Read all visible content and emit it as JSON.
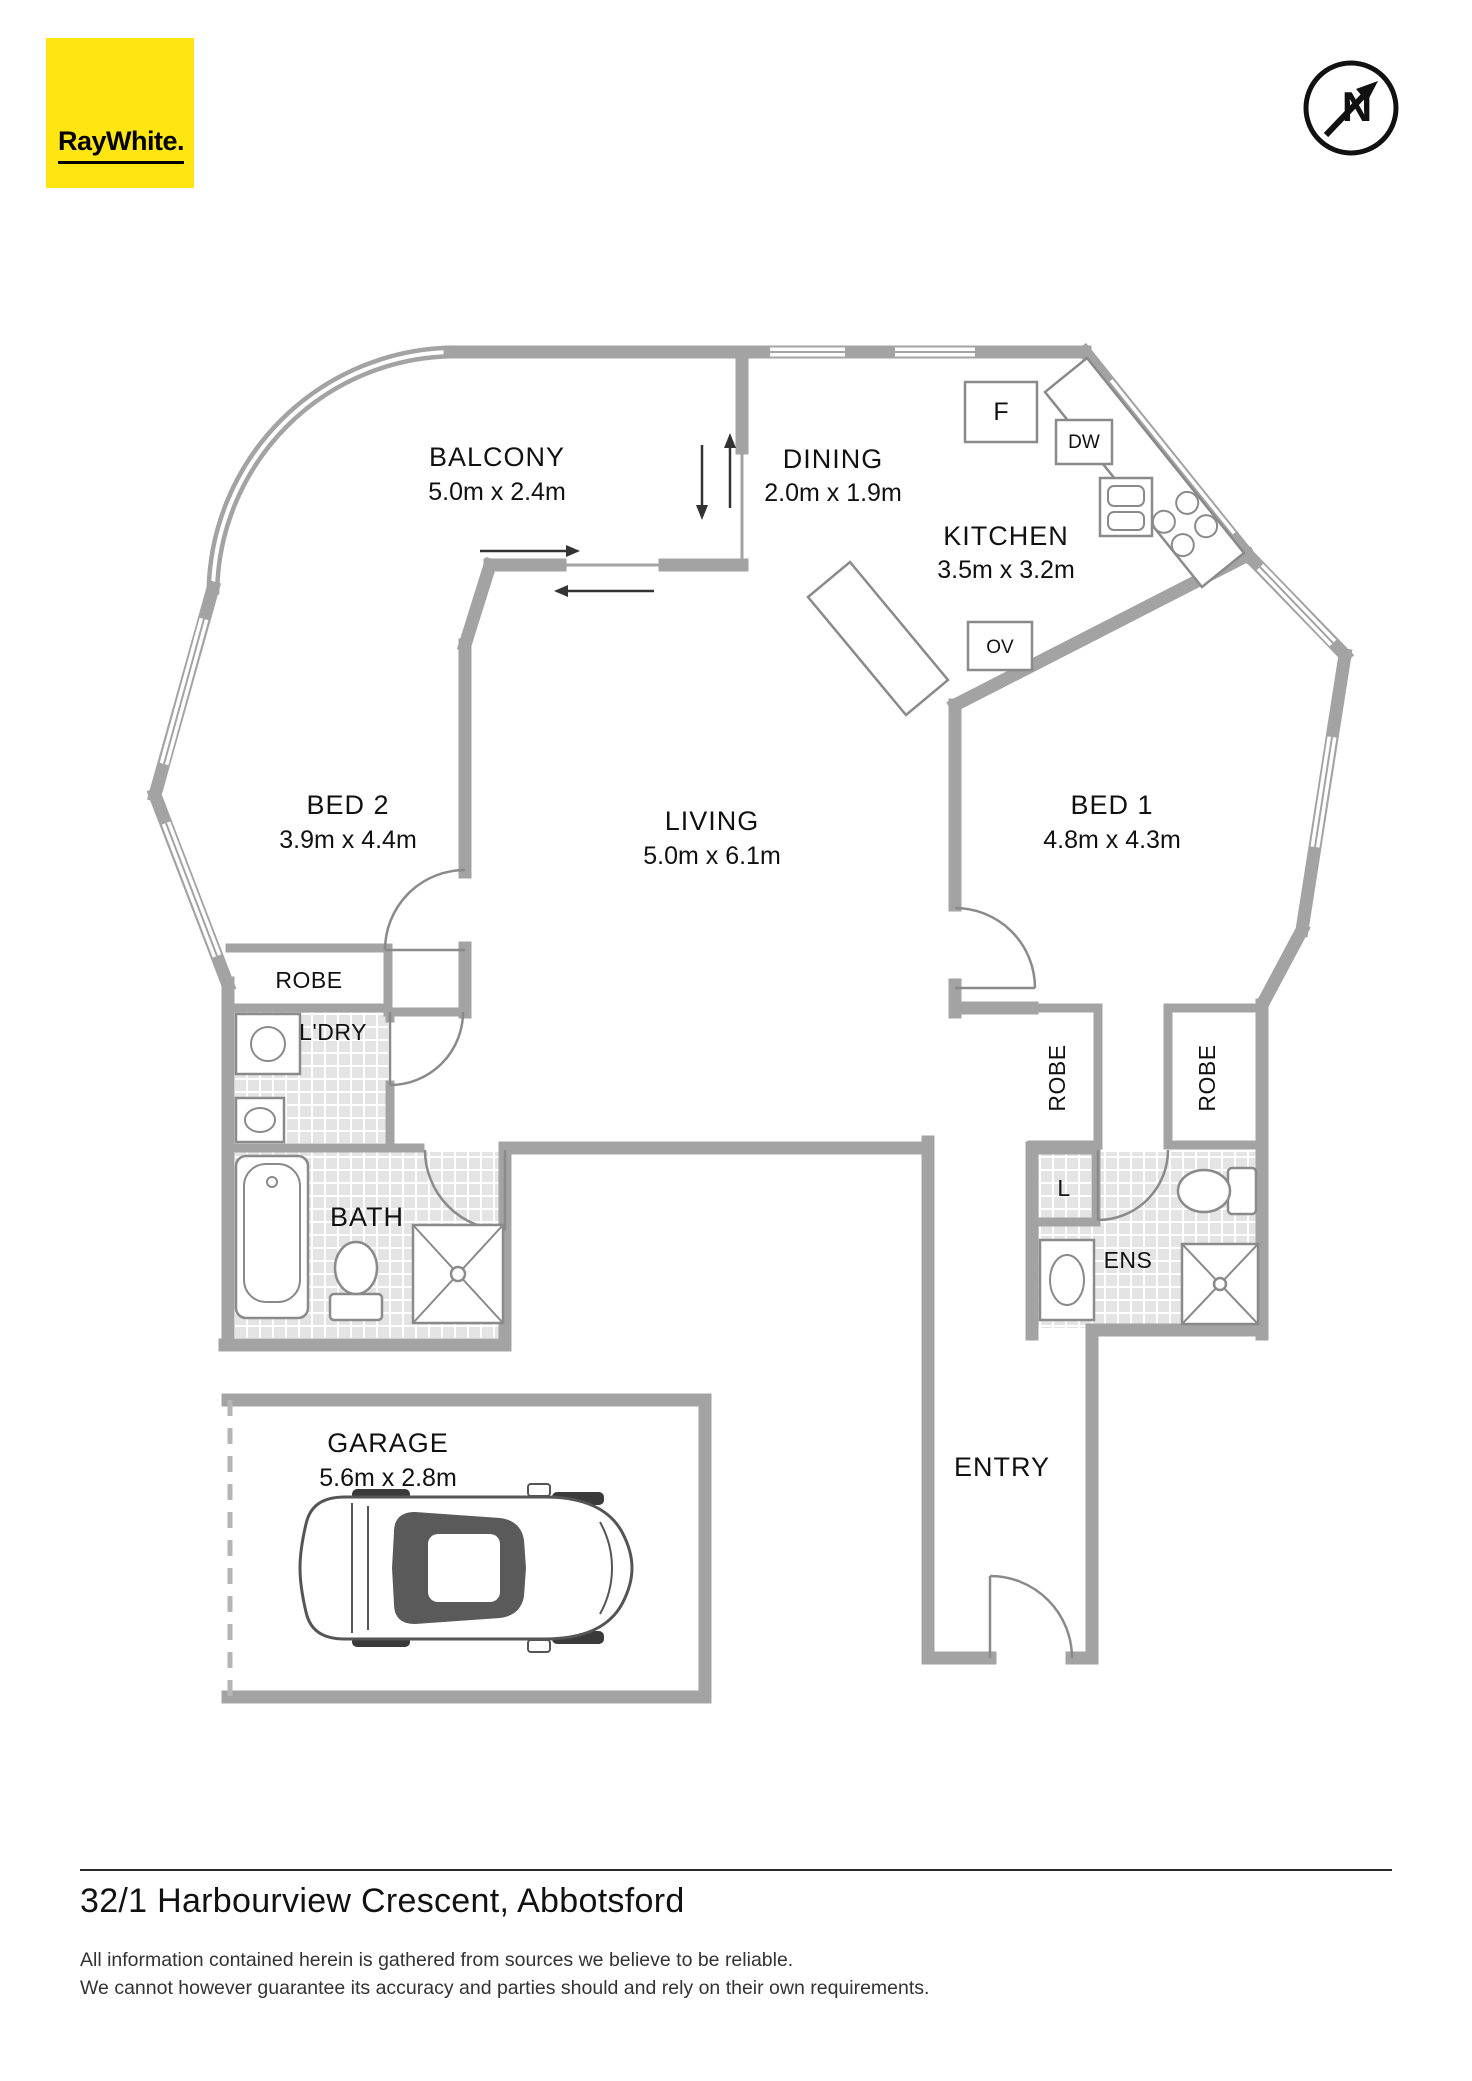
{
  "branding": {
    "logo_text": "RayWhite."
  },
  "compass": {
    "north_label": "N"
  },
  "rooms": {
    "balcony": {
      "name": "BALCONY",
      "dims": "5.0m x 2.4m"
    },
    "dining": {
      "name": "DINING",
      "dims": "2.0m x 1.9m"
    },
    "kitchen": {
      "name": "KITCHEN",
      "dims": "3.5m x 3.2m"
    },
    "bed2": {
      "name": "BED 2",
      "dims": "3.9m x 4.4m"
    },
    "living": {
      "name": "LIVING",
      "dims": "5.0m x 6.1m"
    },
    "bed1": {
      "name": "BED 1",
      "dims": "4.8m x 4.3m"
    },
    "robe_left": {
      "name": "ROBE"
    },
    "laundry": {
      "name": "L'DRY"
    },
    "bath": {
      "name": "BATH"
    },
    "robe_bed1_a": {
      "name": "ROBE"
    },
    "robe_bed1_b": {
      "name": "ROBE"
    },
    "linen": {
      "name": "L"
    },
    "ensuite": {
      "name": "ENS"
    },
    "entry": {
      "name": "ENTRY"
    },
    "garage": {
      "name": "GARAGE",
      "dims": "5.6m x 2.8m"
    }
  },
  "appliances": {
    "fridge_label": "F",
    "dishwasher_label": "DW",
    "oven_label": "OV"
  },
  "footer": {
    "address": "32/1 Harbourview Crescent, Abbotsford",
    "disclaimer_line1": "All information contained herein is gathered from sources we believe to be reliable.",
    "disclaimer_line2": "We cannot however guarantee its accuracy and parties should and rely on their own requirements."
  },
  "colors": {
    "wall": "#a3a3a3",
    "tile": "#e4e4e4",
    "logo_yellow": "#ffe512"
  }
}
